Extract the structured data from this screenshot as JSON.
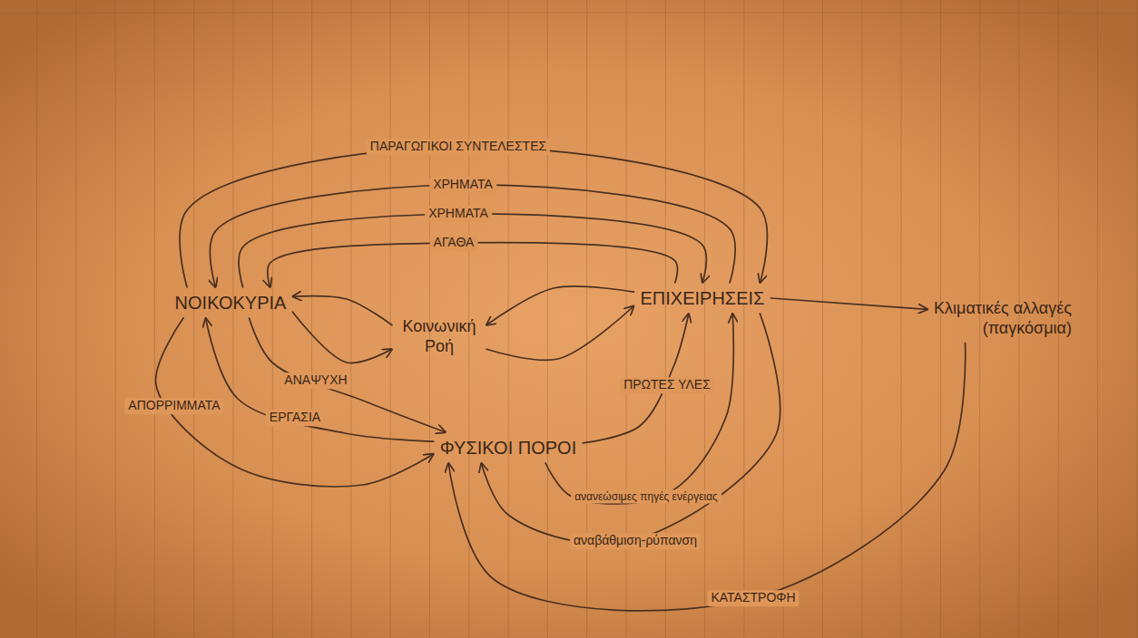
{
  "diagram": {
    "nodes": [
      {
        "text": [
          "ΝΟΙΚΟΚΥΡΙΑ"
        ]
      },
      {
        "text": [
          "Κοινωνική Ροή"
        ]
      },
      {
        "text": [
          "ΕΠΙΧΕΙΡΗΣΕΙΣ"
        ]
      },
      {
        "text": [
          "Κλιματικές αλλαγές",
          "(παγκόσμια)"
        ]
      },
      {
        "text": [
          "ΦΥΣΙΚΟΙ ΠΟΡΟΙ"
        ]
      }
    ],
    "edges": [
      {
        "from": 0,
        "to": 1,
        "arrow": "to"
      },
      {
        "from": 1,
        "to": 0,
        "arrow": "to"
      },
      {
        "from": 2,
        "to": 1,
        "arrow": "to"
      },
      {
        "from": 1,
        "to": 2,
        "arrow": "to"
      },
      {
        "from": 2,
        "to": 0,
        "label": "ΑΓΑΘΑ",
        "arrow": "to"
      },
      {
        "from": 0,
        "to": 2,
        "label": "ΧΡΗΜΑΤΑ",
        "arrow": "to"
      },
      {
        "from": 2,
        "to": 0,
        "label": "ΧΡΗΜΑΤΑ",
        "arrow": "to"
      },
      {
        "from": 0,
        "to": 2,
        "label": "ΠΑΡΑΓΩΓΙΚΟΙ ΣΥΝΤΕΛΕΣΤΕΣ",
        "arrow": "to"
      },
      {
        "from": 0,
        "to": 4,
        "label": "ΑΠΟΡΡΙΜΜΑΤΑ",
        "arrow": "to"
      },
      {
        "from": 4,
        "to": 0,
        "label": "ΕΡΓΑΣΙΑ",
        "arrow": "to"
      },
      {
        "from": 0,
        "to": 4,
        "label": "ΑΝΑΨΥΧΗ",
        "arrow": "to"
      },
      {
        "from": 2,
        "to": 4,
        "label": "αναβάθμιση-ρύπανση",
        "arrow": "to"
      },
      {
        "from": 3,
        "to": 4,
        "label": "ΚΑΤΑΣΤΡΟΦΗ",
        "arrow": "to"
      },
      {
        "from": 4,
        "to": 2,
        "label": "ανανεώσιμες πηγές ενέργειας",
        "arrow": "to"
      },
      {
        "from": 4,
        "to": 2,
        "label": "ΠΡΩΤΕΣ ΥΛΕΣ",
        "arrow": "to"
      },
      {
        "from": 2,
        "to": 3,
        "arrow": "to"
      }
    ]
  }
}
